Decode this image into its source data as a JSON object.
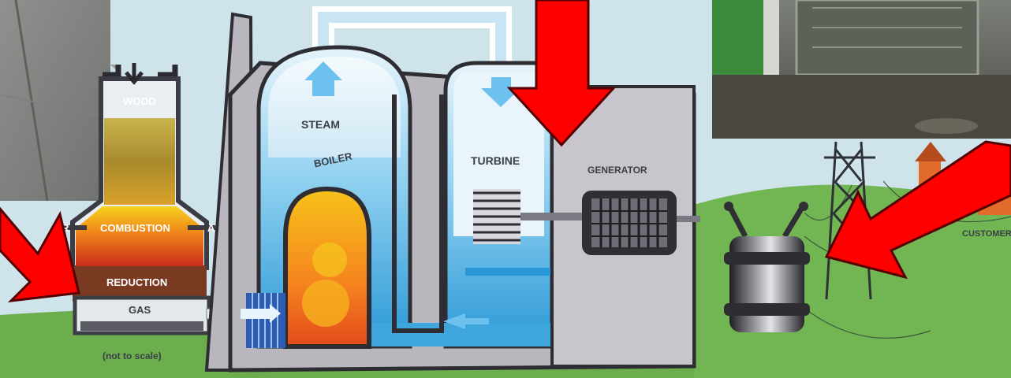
{
  "labels": {
    "wood": "WOOD",
    "combustion": "COMBUSTION",
    "air_left": "AIR",
    "air_left_cut": "R",
    "air_right": "AIR",
    "reduction": "REDUCTION",
    "gas": "GAS",
    "not_to_scale": "(not to scale)",
    "steam": "STEAM",
    "boiler": "BOILER",
    "turbine": "TURBINE",
    "generator": "GENERATOR",
    "customers": "CUSTOMERS"
  },
  "colors": {
    "sky": "#cfe3ea",
    "ground": "#6cae4e",
    "plant_wall": "#b9b7bd",
    "plant_outline": "#2d2d33",
    "water": "#3ea6dc",
    "arrow_red": "#ff0000",
    "fire_orange": "#f0821e"
  }
}
